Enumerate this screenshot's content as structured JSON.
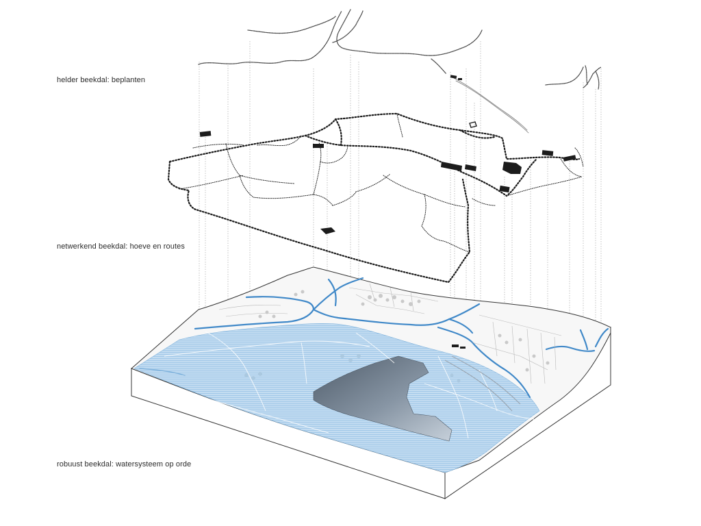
{
  "layers": [
    {
      "id": "top",
      "label": "helder beekdal: beplanten"
    },
    {
      "id": "mid",
      "label": "netwerkend beekdal: hoeve en routes"
    },
    {
      "id": "bottom",
      "label": "robuust beekdal: watersysteem op orde"
    }
  ],
  "colors": {
    "water": "#b9d6ee",
    "water_lines": "#8fbde3",
    "stream": "#4a8fc9",
    "basin_dark": "#5e6b78",
    "basin_light": "#b4bfca",
    "block_edge": "#333333",
    "routes": "#1a1a1a"
  }
}
